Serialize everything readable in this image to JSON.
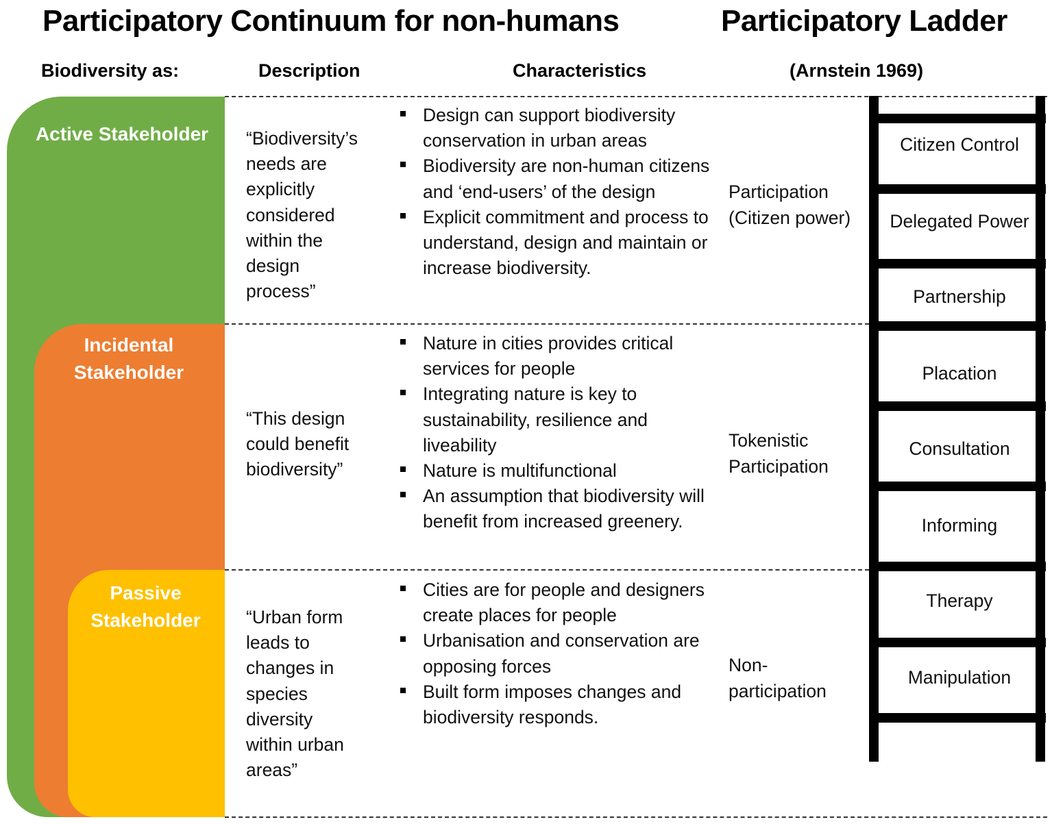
{
  "titles": {
    "continuum": "Participatory Continuum for non-humans",
    "ladder": "Participatory Ladder"
  },
  "headers": {
    "biodiversity_as": "Biodiversity as:",
    "description": "Description",
    "characteristics": "Characteristics",
    "arnstein": "(Arnstein 1969)"
  },
  "colors": {
    "active": "#70ad47",
    "incidental": "#ed7d31",
    "passive": "#ffc000"
  },
  "rows": [
    {
      "stakeholder": [
        "Active Stakeholder"
      ],
      "description": [
        "“Biodiversity’s",
        "needs are",
        "explicitly",
        "considered",
        "within the",
        "design",
        "process”"
      ],
      "characteristics": [
        "Design can support biodiversity conservation in urban areas",
        "Biodiversity are non-human citizens and ‘end-users’ of the design",
        "Explicit commitment and process to understand, design and maintain or increase biodiversity."
      ],
      "participation": [
        "Participation",
        "(Citizen power)"
      ]
    },
    {
      "stakeholder": [
        "Incidental",
        "Stakeholder"
      ],
      "description": [
        "“This design",
        "could benefit",
        "biodiversity”"
      ],
      "characteristics": [
        "Nature in cities provides critical services for people",
        "Integrating nature is key to sustainability, resilience and liveability",
        "Nature is multifunctional",
        "An assumption that biodiversity will benefit from increased greenery."
      ],
      "participation": [
        "Tokenistic",
        "Participation"
      ]
    },
    {
      "stakeholder": [
        "Passive",
        "Stakeholder"
      ],
      "description": [
        "“Urban form",
        "leads to",
        "changes in",
        "species",
        "diversity",
        "within urban",
        "areas”"
      ],
      "characteristics": [
        "Cities are for people and designers create places for people",
        "Urbanisation and conservation are opposing forces",
        "Built form imposes changes and biodiversity responds."
      ],
      "participation": [
        "Non-",
        "participation"
      ]
    }
  ],
  "ladder": [
    "Citizen Control",
    "Delegated Power",
    "Partnership",
    "Placation",
    "Consultation",
    "Informing",
    "Therapy",
    "Manipulation"
  ]
}
